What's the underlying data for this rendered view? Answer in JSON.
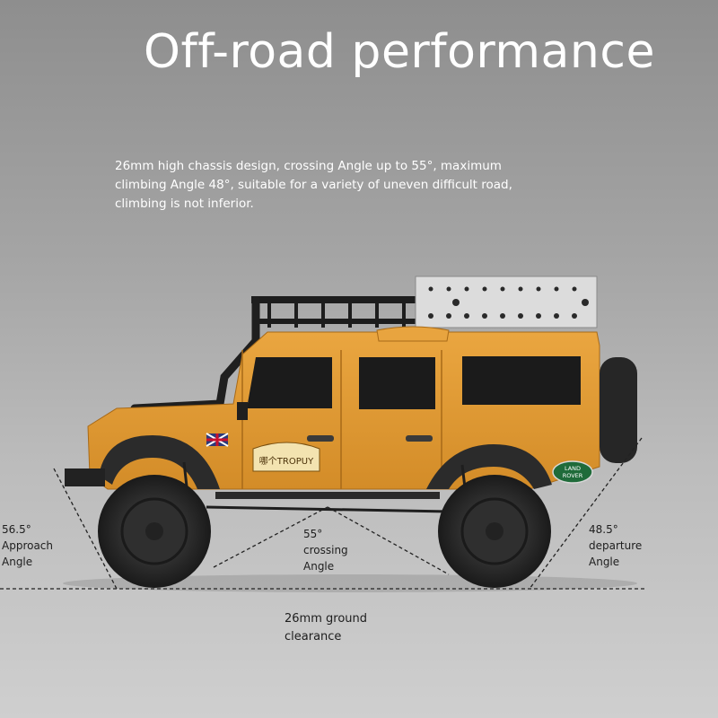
{
  "title": "Off-road performance",
  "description": "26mm high chassis design, crossing Angle up to 55°, maximum climbing Angle 48°, suitable for a variety of uneven difficult road, climbing is not inferior.",
  "annotations": {
    "approach": {
      "value": "56.5°",
      "line1": "Approach",
      "line2": "Angle"
    },
    "crossing": {
      "value": "55°",
      "line1": "crossing",
      "line2": "Angle"
    },
    "departure": {
      "value": "48.5°",
      "line1": "departure",
      "line2": "Angle"
    },
    "clearance": {
      "line1": "26mm ground",
      "line2": "clearance"
    }
  },
  "vehicle": {
    "door_badge": "哪个TROPUY",
    "emblem_line1": "LAND",
    "emblem_line2": "ROVER",
    "body_color": "#e19a35",
    "dark_color": "#2b2b2b"
  }
}
